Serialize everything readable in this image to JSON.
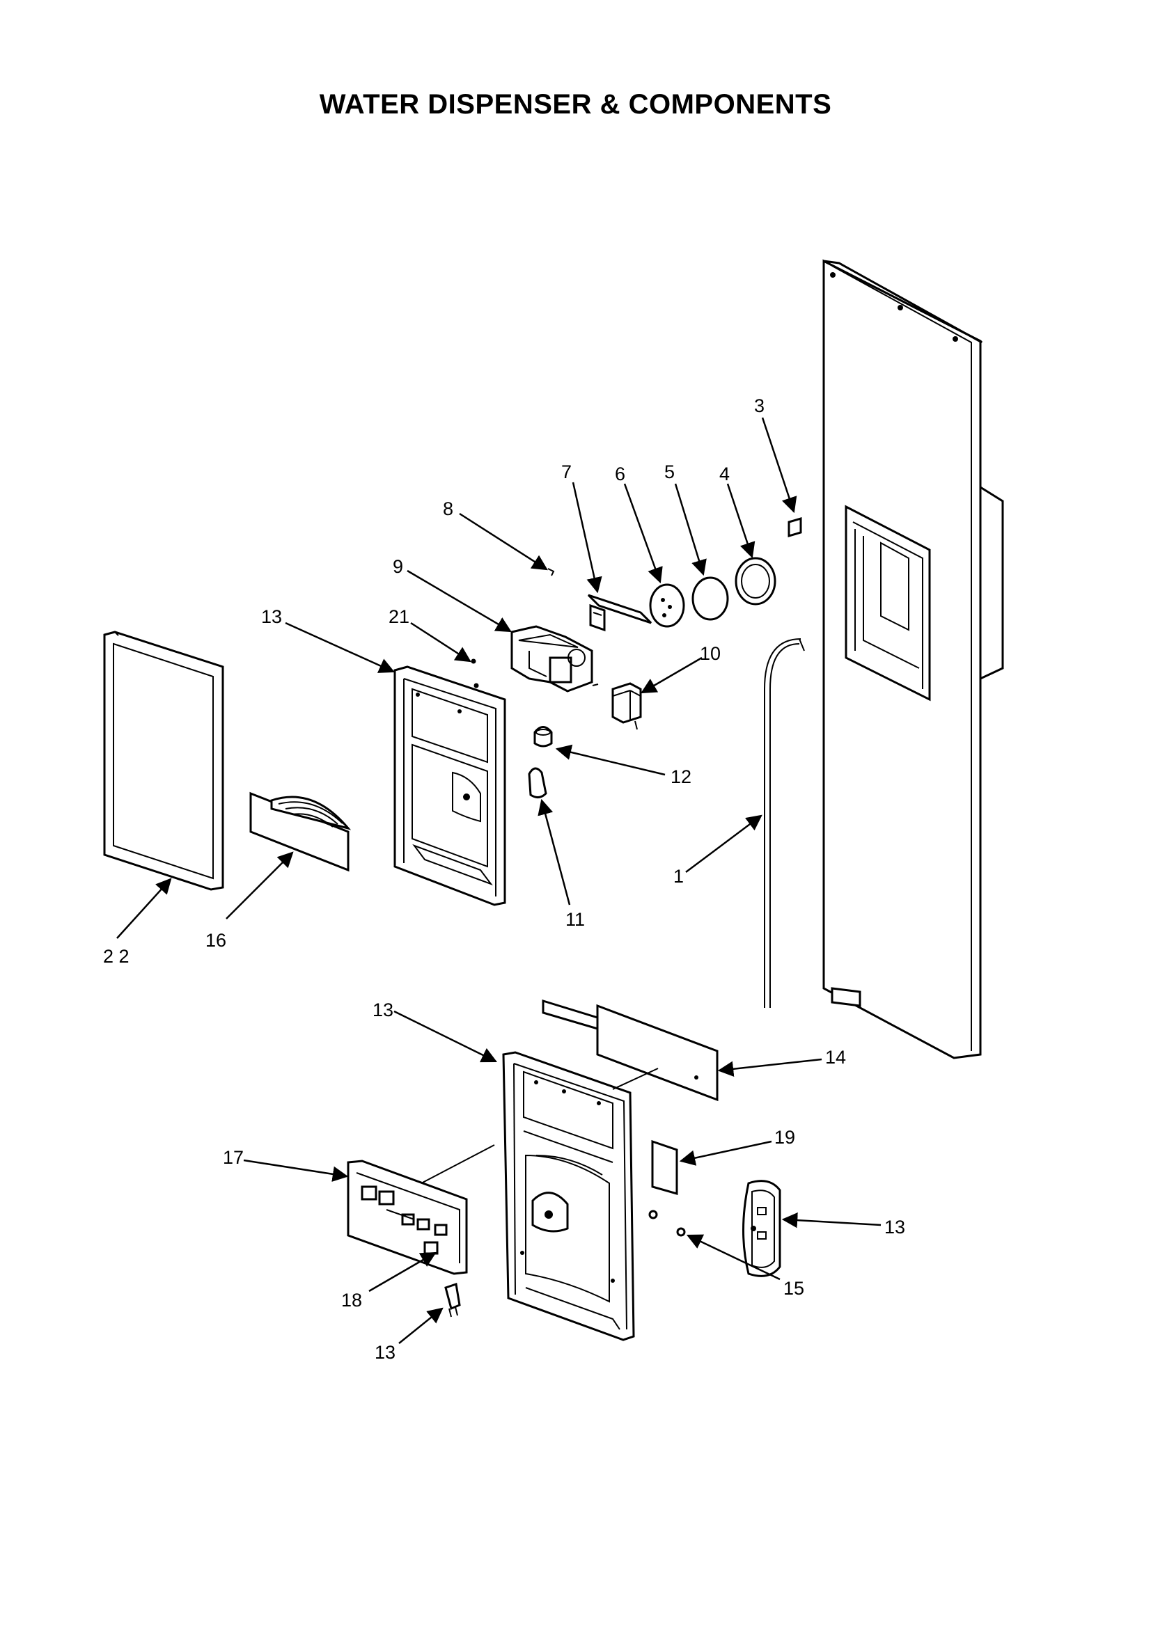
{
  "title": "WATER DISPENSER & COMPONENTS",
  "callouts": [
    {
      "id": "c1",
      "text": "1"
    },
    {
      "id": "c3",
      "text": "3"
    },
    {
      "id": "c4",
      "text": "4"
    },
    {
      "id": "c5",
      "text": "5"
    },
    {
      "id": "c6",
      "text": "6"
    },
    {
      "id": "c7",
      "text": "7"
    },
    {
      "id": "c8",
      "text": "8"
    },
    {
      "id": "c9",
      "text": "9"
    },
    {
      "id": "c10",
      "text": "10"
    },
    {
      "id": "c11",
      "text": "11"
    },
    {
      "id": "c12",
      "text": "12"
    },
    {
      "id": "c13a",
      "text": "13"
    },
    {
      "id": "c13b",
      "text": "13"
    },
    {
      "id": "c13c",
      "text": "13"
    },
    {
      "id": "c13d",
      "text": "13"
    },
    {
      "id": "c14",
      "text": "14"
    },
    {
      "id": "c15",
      "text": "15"
    },
    {
      "id": "c16",
      "text": "16"
    },
    {
      "id": "c17",
      "text": "17"
    },
    {
      "id": "c18",
      "text": "18"
    },
    {
      "id": "c19",
      "text": "19"
    },
    {
      "id": "c21",
      "text": "21"
    },
    {
      "id": "c22",
      "text": "2 2"
    }
  ]
}
